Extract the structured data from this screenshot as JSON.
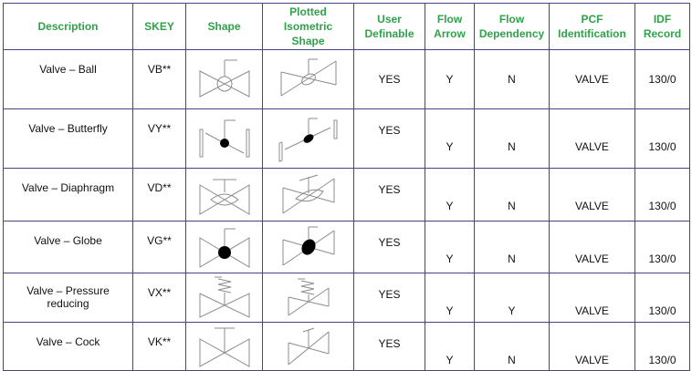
{
  "headers": {
    "description": "Description",
    "skey": "SKEY",
    "shape": "Shape",
    "plotted_line1": "Plotted",
    "plotted_line2": "Isometric",
    "plotted_line3": "Shape",
    "user_line1": "User",
    "user_line2": "Definable",
    "flowarrow_line1": "Flow",
    "flowarrow_line2": "Arrow",
    "flowdep_line1": "Flow",
    "flowdep_line2": "Dependency",
    "pcf_line1": "PCF",
    "pcf_line2": "Identification",
    "idf_line1": "IDF",
    "idf_line2": "Record"
  },
  "rows": [
    {
      "desc1": "Valve – Ball",
      "desc2": "",
      "skey": "VB**",
      "user": "YES",
      "flow_arrow": "Y",
      "flow_dep": "N",
      "pcf": "VALVE",
      "idf": "130/0",
      "shape_icon": "ball-valve-icon"
    },
    {
      "desc1": "Valve – Butterfly",
      "desc2": "",
      "skey": "VY**",
      "user": "YES",
      "flow_arrow": "Y",
      "flow_dep": "N",
      "pcf": "VALVE",
      "idf": "130/0",
      "shape_icon": "butterfly-valve-icon"
    },
    {
      "desc1": "Valve – Diaphragm",
      "desc2": "",
      "skey": "VD**",
      "user": "YES",
      "flow_arrow": "Y",
      "flow_dep": "N",
      "pcf": "VALVE",
      "idf": "130/0",
      "shape_icon": "diaphragm-valve-icon"
    },
    {
      "desc1": "Valve – Globe",
      "desc2": "",
      "skey": "VG**",
      "user": "YES",
      "flow_arrow": "Y",
      "flow_dep": "N",
      "pcf": "VALVE",
      "idf": "130/0",
      "shape_icon": "globe-valve-icon"
    },
    {
      "desc1": "Valve – Pressure",
      "desc2": "reducing",
      "skey": "VX**",
      "user": "YES",
      "flow_arrow": "Y",
      "flow_dep": "Y",
      "pcf": "VALVE",
      "idf": "130/0",
      "shape_icon": "pressure-reducing-valve-icon"
    },
    {
      "desc1": "Valve – Cock",
      "desc2": "",
      "skey": "VK**",
      "user": "YES",
      "flow_arrow": "Y",
      "flow_dep": "N",
      "pcf": "VALVE",
      "idf": "130/0",
      "shape_icon": "cock-valve-icon"
    }
  ]
}
